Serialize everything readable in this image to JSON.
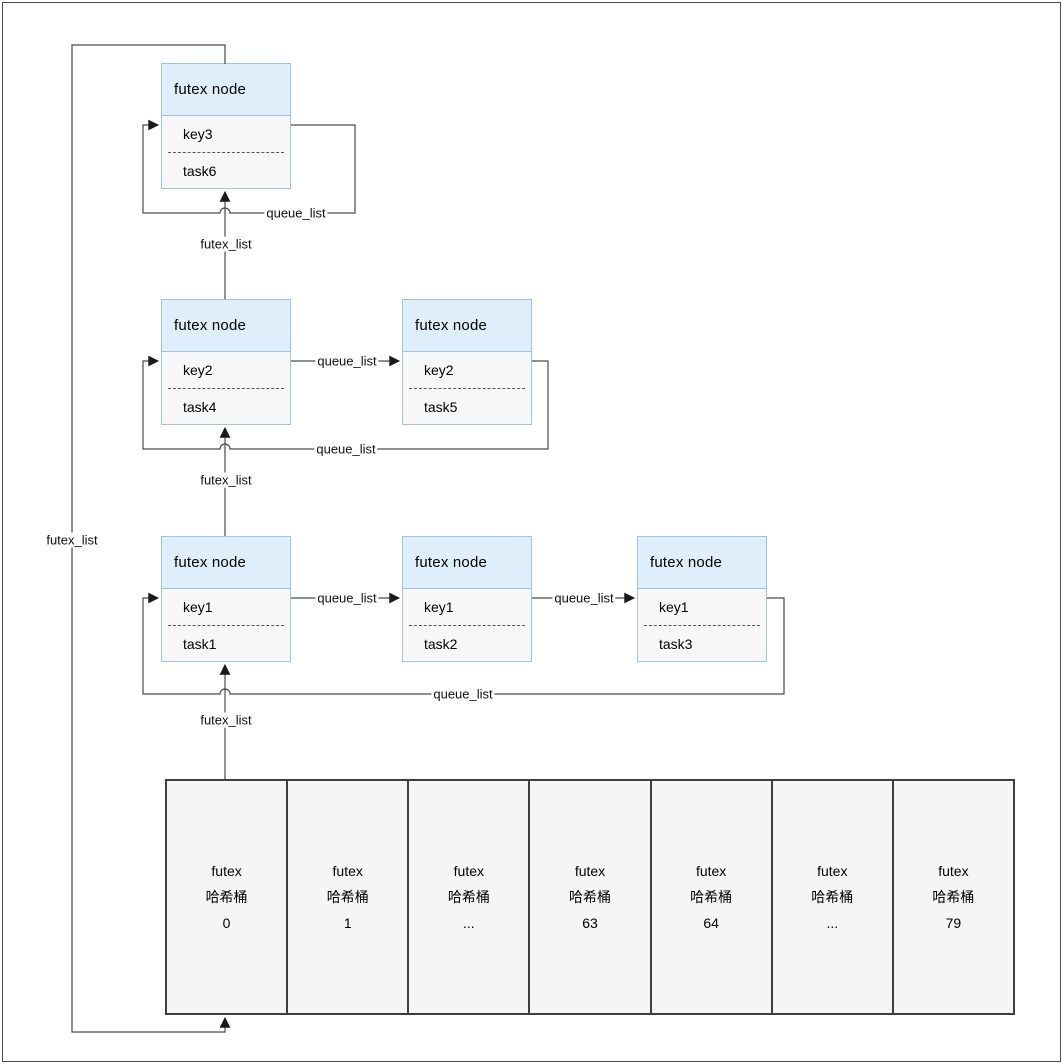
{
  "nodes": [
    {
      "title": "futex node",
      "key": "key3",
      "task": "task6"
    },
    {
      "title": "futex node",
      "key": "key2",
      "task": "task4"
    },
    {
      "title": "futex node",
      "key": "key2",
      "task": "task5"
    },
    {
      "title": "futex node",
      "key": "key1",
      "task": "task1"
    },
    {
      "title": "futex node",
      "key": "key1",
      "task": "task2"
    },
    {
      "title": "futex node",
      "key": "key1",
      "task": "task3"
    }
  ],
  "edge_labels": [
    {
      "id": "futex-list-outer-loop",
      "text": "futex_list"
    },
    {
      "id": "futex-list-row1",
      "text": "futex_list"
    },
    {
      "id": "futex-list-row2",
      "text": "futex_list"
    },
    {
      "id": "futex-list-row3",
      "text": "futex_list"
    },
    {
      "id": "queue-list-loop-row1",
      "text": "queue_list"
    },
    {
      "id": "queue-list-next-b-c",
      "text": "queue_list"
    },
    {
      "id": "queue-list-loop-row2",
      "text": "queue_list"
    },
    {
      "id": "queue-list-next-d-e",
      "text": "queue_list"
    },
    {
      "id": "queue-list-next-e-f",
      "text": "queue_list"
    },
    {
      "id": "queue-list-loop-row3",
      "text": "queue_list"
    }
  ],
  "buckets": [
    {
      "name": "futex",
      "type": "哈希桶",
      "index": "0"
    },
    {
      "name": "futex",
      "type": "哈希桶",
      "index": "1"
    },
    {
      "name": "futex",
      "type": "哈希桶",
      "index": "..."
    },
    {
      "name": "futex",
      "type": "哈希桶",
      "index": "63"
    },
    {
      "name": "futex",
      "type": "哈希桶",
      "index": "64"
    },
    {
      "name": "futex",
      "type": "哈希桶",
      "index": "..."
    },
    {
      "name": "futex",
      "type": "哈希桶",
      "index": "79"
    }
  ],
  "colors": {
    "node_border": "#a0c3e1",
    "node_header_fill": "#deeefa",
    "node_body_fill": "#f7f7f7",
    "bucket_fill": "#f5f5f5",
    "bucket_border": "#3f3f3f",
    "connector_line": "#4a4a4a",
    "arrowhead": "#1a1a1a"
  }
}
